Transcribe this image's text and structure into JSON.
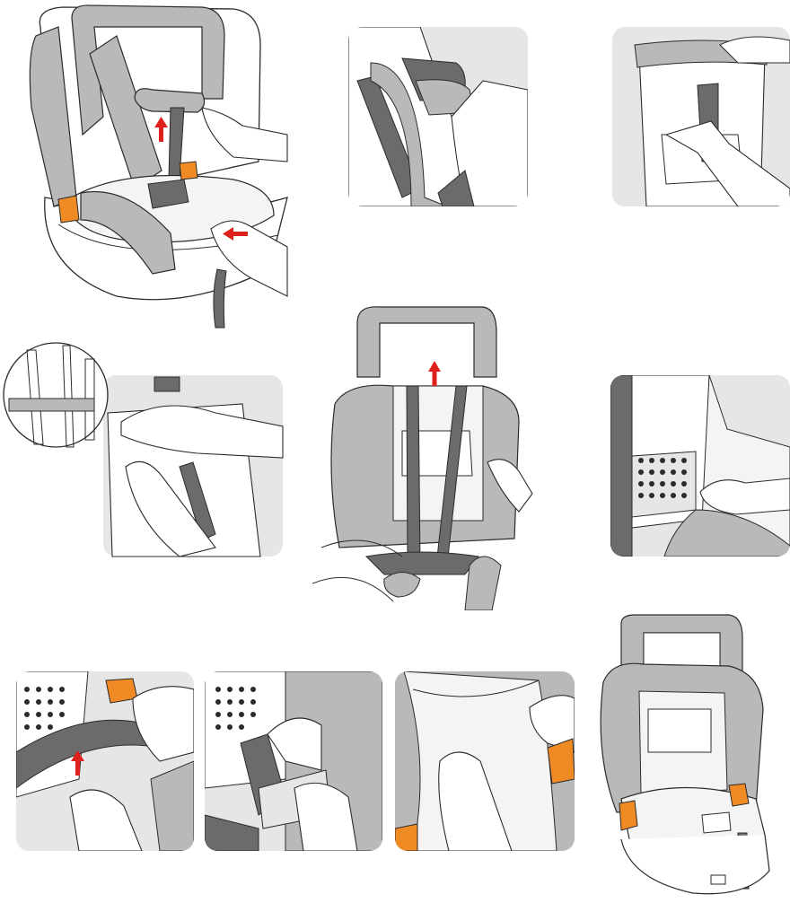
{
  "document": {
    "type": "instruction-illustration",
    "text_visible": false
  },
  "palette": {
    "outline": "#2b2b2b",
    "padding_gray": "#b9b9b9",
    "strap_dark": "#6b6b6b",
    "panel_bg": "#e6e6e6",
    "cover_light": "#f4f4f4",
    "accent_orange": "#f08a24",
    "arrow_red": "#e0201b"
  },
  "steps": [
    {
      "icon": "car-seat-headrest-raise-icon",
      "arrows": 2
    },
    {
      "icon": "hand-unhook-cover-icon"
    },
    {
      "icon": "hand-pull-strap-icon"
    },
    {
      "icon": "seat-back-detail-zoom-icon"
    },
    {
      "icon": "remove-harness-cover-icon",
      "arrows": 1
    },
    {
      "icon": "press-side-cover-icon"
    },
    {
      "icon": "lift-strap-icon",
      "arrows": 1
    },
    {
      "icon": "thread-buckle-plate-icon"
    },
    {
      "icon": "smooth-cover-icon"
    },
    {
      "icon": "finished-car-seat-icon"
    }
  ]
}
